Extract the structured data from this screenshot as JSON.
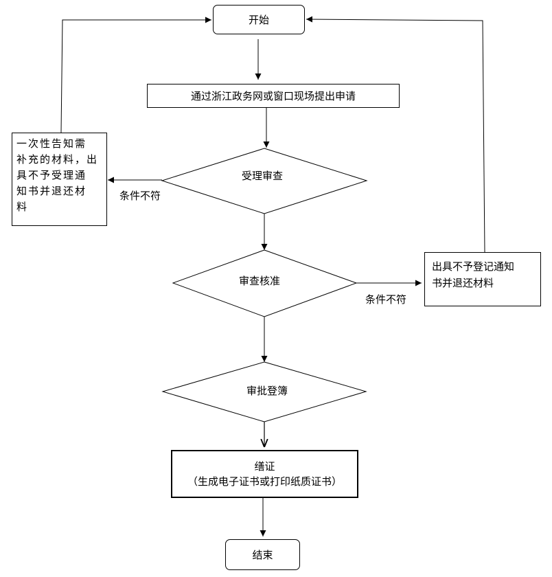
{
  "nodes": {
    "start": "开始",
    "apply": "通过浙江政务网或窗口现场提出申请",
    "accept_review": "受理审查",
    "review_approve": "审查核准",
    "approve_register": "审批登簿",
    "issue_line1": "缮证",
    "issue_line2": "（生成电子证书或打印纸质证书）",
    "end": "结束",
    "left_notice": "一次性告知需\n补充的材料，出\n具不予受理通\n知书并退还材\n料",
    "right_notice": "出具不予登记通知\n书并退还材料"
  },
  "edge_labels": {
    "left_condition": "条件不符",
    "right_condition": "条件不符"
  }
}
